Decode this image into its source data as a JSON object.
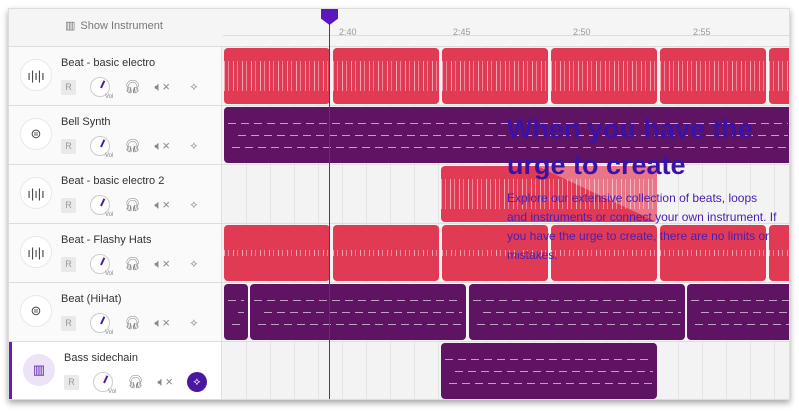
{
  "header": {
    "show_instrument": "Show Instrument",
    "ticks": [
      "2:40",
      "2:45",
      "2:50",
      "2:55"
    ]
  },
  "tracks": [
    {
      "name": "Beat - basic electro",
      "icon": "waveform-icon",
      "r": "R",
      "vol": "Vol"
    },
    {
      "name": "Bell Synth",
      "icon": "drum-icon",
      "r": "R",
      "vol": "Vol"
    },
    {
      "name": "Beat - basic electro 2",
      "icon": "waveform-icon",
      "r": "R",
      "vol": "Vol"
    },
    {
      "name": "Beat - Flashy Hats",
      "icon": "waveform-icon",
      "r": "R",
      "vol": "Vol"
    },
    {
      "name": "Beat (HiHat)",
      "icon": "drum-icon",
      "r": "R",
      "vol": "Vol"
    },
    {
      "name": "Bass sidechain",
      "icon": "piano-icon",
      "r": "R",
      "vol": "Vol",
      "selected": true
    }
  ],
  "overlay": {
    "heading": "When you have the urge to create",
    "body": "Explore our extensive collection of beats, loops and instruments or connect your own instrument. If you have the urge to create, there are no limits or mistakes."
  },
  "colors": {
    "red": "#e03a55",
    "purple": "#5e1463",
    "accent": "#5a17c0"
  }
}
